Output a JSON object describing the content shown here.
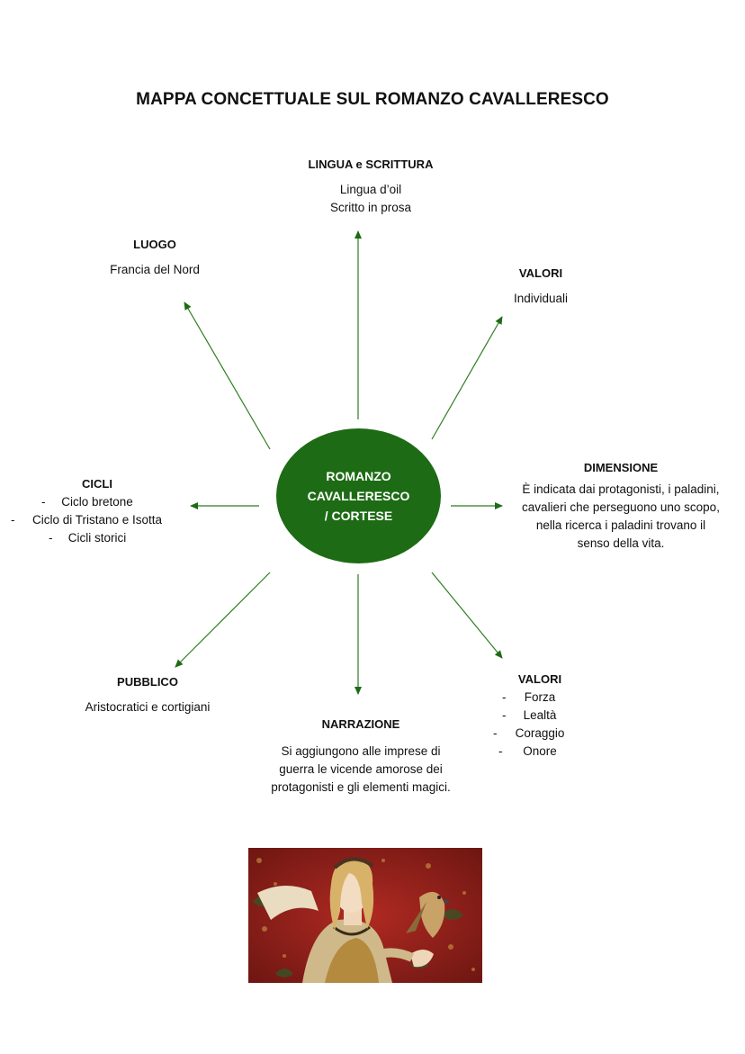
{
  "title": "MAPPA CONCETTUALE SUL ROMANZO CAVALLERESCO",
  "center": {
    "lines": [
      "ROMANZO",
      "CAVALLERESCO",
      "/ CORTESE"
    ],
    "color": "#1d6b14"
  },
  "arrow_color": "#2e7d20",
  "nodes": {
    "lingua": {
      "heading": "LINGUA e SCRITTURA",
      "lines": [
        "Lingua d’oil",
        "Scritto in prosa"
      ]
    },
    "luogo": {
      "heading": "LUOGO",
      "lines": [
        "Francia del Nord"
      ]
    },
    "valori_top": {
      "heading": "VALORI",
      "lines": [
        "Individuali"
      ]
    },
    "cicli": {
      "heading": "CICLI",
      "items": [
        "Ciclo bretone",
        "Ciclo di Tristano e Isotta",
        "Cicli storici"
      ]
    },
    "dimensione": {
      "heading": "DIMENSIONE",
      "lines": [
        "È indicata dai protagonisti, i paladini,",
        "cavalieri che perseguono uno scopo,",
        "nella ricerca i paladini trovano il",
        "senso della vita."
      ]
    },
    "pubblico": {
      "heading": "PUBBLICO",
      "lines": [
        "Aristocratici e cortigiani"
      ]
    },
    "narrazione": {
      "heading": "NARRAZIONE",
      "lines": [
        "Si aggiungono alle imprese di",
        "guerra le vicende amorose dei",
        "protagonisti e gli elementi magici."
      ]
    },
    "valori_bottom": {
      "heading": "VALORI",
      "items": [
        "Forza",
        "Lealtà",
        "Coraggio",
        "Onore"
      ]
    }
  }
}
